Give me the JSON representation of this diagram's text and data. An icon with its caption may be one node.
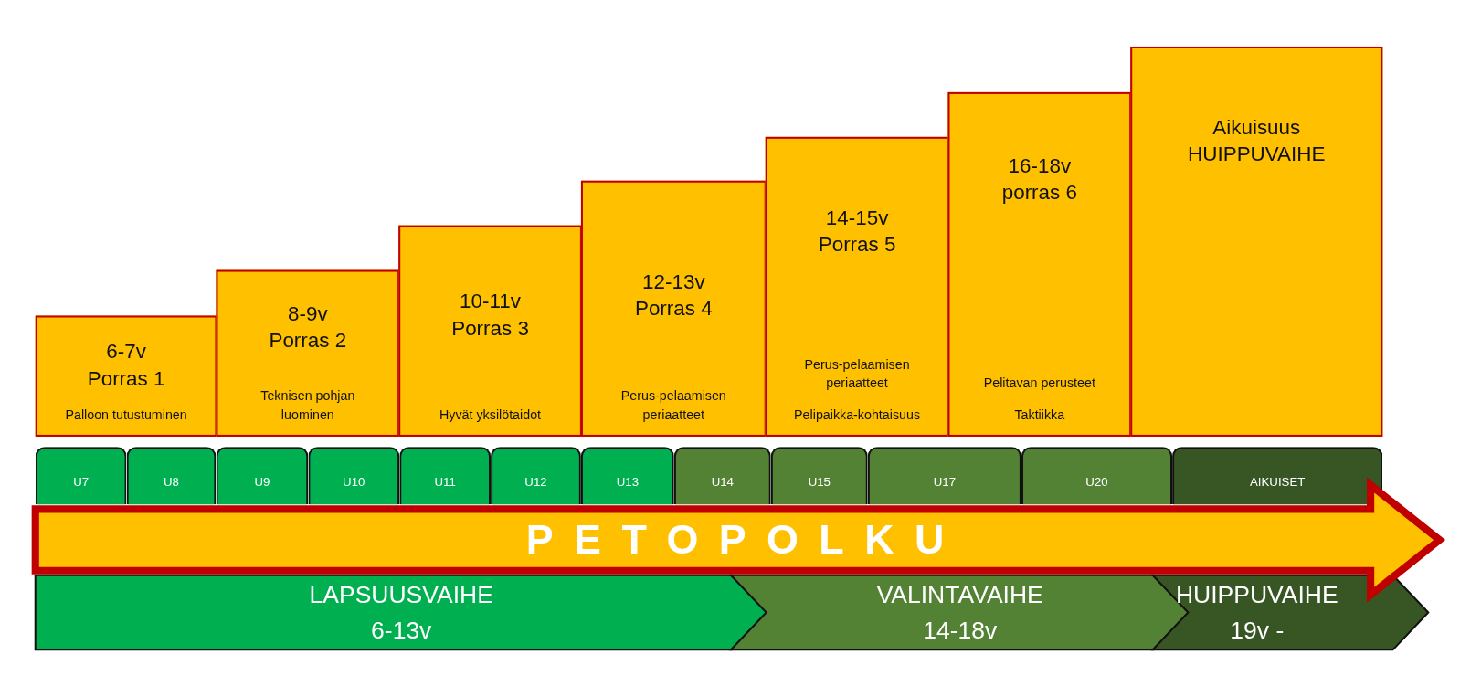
{
  "diagram": {
    "nodes": [
      {
        "text": [
          "6-7v Porras 1",
          "Palloon tutustuminen"
        ]
      },
      {
        "text": [
          "8-9v Porras 2",
          "Teknisen pohjan luominen"
        ]
      },
      {
        "text": [
          "10-11v Porras 3",
          "Hyvät yksilötaidot"
        ]
      },
      {
        "text": [
          "12-13v Porras 4",
          "Perus-pelaamisen periaatteet"
        ]
      },
      {
        "text": [
          "14-15v Porras 5",
          "Perus-pelaamisen periaatteet",
          "Pelipaikka-kohtaisuus"
        ]
      },
      {
        "text": [
          "16-18v porras 6",
          "Pelitavan perusteet",
          "Taktiikka"
        ]
      },
      {
        "text": [
          "Aikuisuus HUIPPUVAIHE"
        ]
      },
      {
        "text": [
          "U7"
        ]
      },
      {
        "text": [
          "U8"
        ]
      },
      {
        "text": [
          "U9"
        ]
      },
      {
        "text": [
          "U10"
        ]
      },
      {
        "text": [
          "U11"
        ]
      },
      {
        "text": [
          "U12"
        ]
      },
      {
        "text": [
          "U13"
        ]
      },
      {
        "text": [
          "U14"
        ]
      },
      {
        "text": [
          "U15"
        ]
      },
      {
        "text": [
          "U17"
        ]
      },
      {
        "text": [
          "U20"
        ]
      },
      {
        "text": [
          "AIKUISET"
        ]
      },
      {
        "text": [
          "PETOPOLKU"
        ]
      },
      {
        "text": [
          "LAPSUUSVAIHE",
          "6-13v"
        ]
      },
      {
        "text": [
          "VALINTAVAIHE",
          "14-18v"
        ]
      },
      {
        "text": [
          "HUIPPUVAIHE",
          "19v -"
        ]
      }
    ],
    "edges": []
  }
}
